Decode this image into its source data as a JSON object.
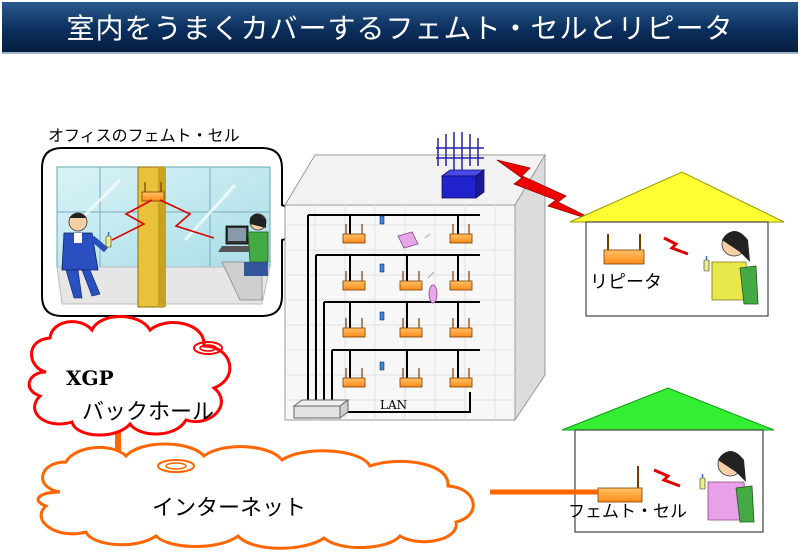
{
  "title": "室内をうまくカバーするフェムト・セルとリピータ",
  "labels": {
    "office_femtocell": "オフィスのフェムト・セル",
    "xgp": "XGP",
    "backhaul": "バックホール",
    "internet": "インターネット",
    "repeater": "リピータ",
    "femtocell": "フェムト・セル",
    "lan": "LAN"
  },
  "colors": {
    "title_bg": "#0b2f5e",
    "house_roof_top": "#ffff33",
    "house_roof_bottom": "#33ee33",
    "router": "#ff9933",
    "signal": "#dd0000",
    "cloud_outline": "#ff0000",
    "link_line": "#ff6600",
    "base_station": "#2222cc"
  }
}
